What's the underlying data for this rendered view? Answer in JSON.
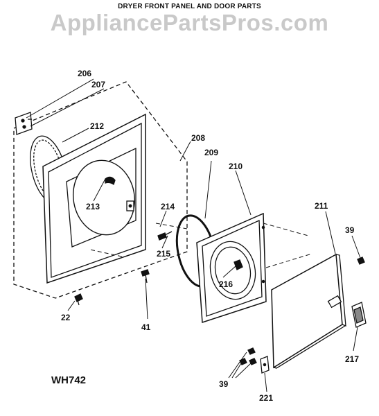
{
  "header": {
    "title": "DRYER FRONT PANEL AND DOOR PARTS",
    "watermark": "AppliancePartsPros.com"
  },
  "model_code": "WH742",
  "callouts": [
    "206",
    "207",
    "212",
    "208",
    "209",
    "210",
    "211",
    "39",
    "213",
    "214",
    "215",
    "216",
    "22",
    "41",
    "217",
    "39",
    "221"
  ],
  "colors": {
    "ink": "#111111",
    "watermark": "#c9c9c9",
    "paper": "#ffffff"
  }
}
